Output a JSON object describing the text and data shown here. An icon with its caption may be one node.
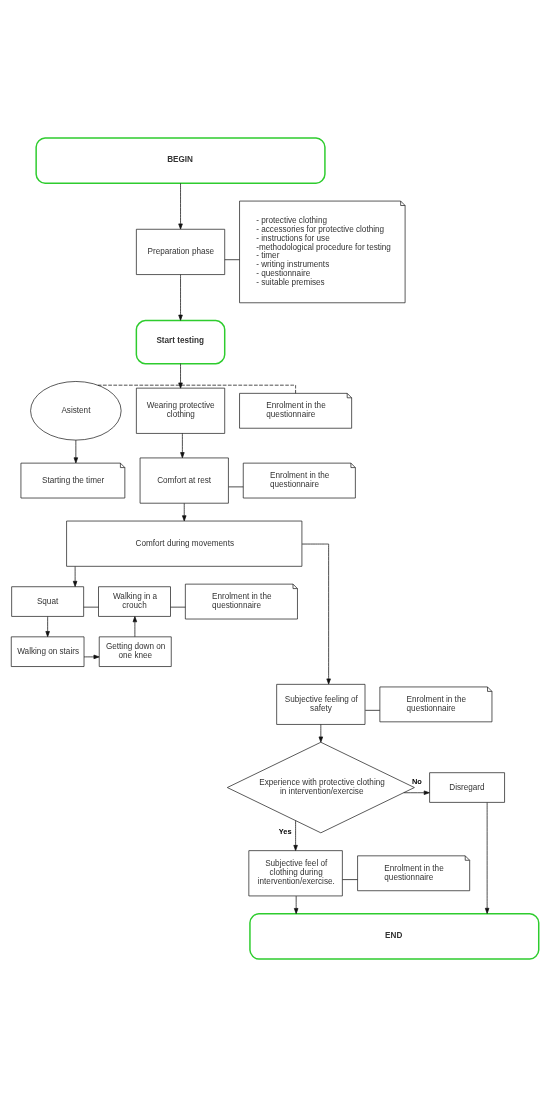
{
  "diagram": {
    "nodes": [
      {
        "text": [
          "BEGIN"
        ]
      },
      {
        "text": [
          "Preparation phase"
        ]
      },
      {
        "text": [
          "- protective clothing",
          "- accessories for protective clothing",
          "- instructions for use",
          "-methodological procedure for testing",
          "- timer",
          "- writing instruments",
          "- questionnaire",
          "- suitable premises"
        ]
      },
      {
        "text": [
          "Start testing"
        ]
      },
      {
        "text": [
          "Asistent"
        ]
      },
      {
        "text": [
          "Wearing protective clothing"
        ]
      },
      {
        "text": [
          "Enrolment in the questionnaire"
        ]
      },
      {
        "text": [
          "Starting the timer"
        ]
      },
      {
        "text": [
          "Comfort at rest"
        ]
      },
      {
        "text": [
          "Enrolment in the questionnaire"
        ]
      },
      {
        "text": [
          "Comfort during movements"
        ]
      },
      {
        "text": [
          "Squat"
        ]
      },
      {
        "text": [
          "Walking in a crouch"
        ]
      },
      {
        "text": [
          "Enrolment in the questionnaire"
        ]
      },
      {
        "text": [
          "Walking on stairs"
        ]
      },
      {
        "text": [
          "Getting down on one knee"
        ]
      },
      {
        "text": [
          "Subjective feeling of safety"
        ]
      },
      {
        "text": [
          "Enrolment in the questionnaire"
        ]
      },
      {
        "text": [
          "Experience with protective clothing in intervention/exercise"
        ]
      },
      {
        "text": [
          "Disregard"
        ]
      },
      {
        "text": [
          "Subjective feel of clothing during intervention/exercise."
        ]
      },
      {
        "text": [
          "Enrolment in the questionnaire"
        ]
      },
      {
        "text": [
          "END"
        ]
      }
    ],
    "edges": [
      {
        "from": 0,
        "to": 1,
        "arrow": "to"
      },
      {
        "from": 1,
        "to": 2,
        "arrow": "none"
      },
      {
        "from": 1,
        "to": 3,
        "arrow": "to"
      },
      {
        "from": 3,
        "to": 5,
        "arrow": "to"
      },
      {
        "from": 4,
        "to": 6,
        "arrow": "none",
        "style": "dashed"
      },
      {
        "from": 4,
        "to": 7,
        "arrow": "to"
      },
      {
        "from": 5,
        "to": 8,
        "arrow": "to"
      },
      {
        "from": 8,
        "to": 9,
        "arrow": "none"
      },
      {
        "from": 8,
        "to": 10,
        "arrow": "to"
      },
      {
        "from": 10,
        "to": 11,
        "arrow": "to"
      },
      {
        "from": 10,
        "to": 16,
        "arrow": "to"
      },
      {
        "from": 11,
        "to": 12,
        "arrow": "none"
      },
      {
        "from": 11,
        "to": 14,
        "arrow": "to"
      },
      {
        "from": 14,
        "to": 15,
        "arrow": "to"
      },
      {
        "from": 15,
        "to": 12,
        "arrow": "to"
      },
      {
        "from": 12,
        "to": 13,
        "arrow": "none"
      },
      {
        "from": 16,
        "to": 17,
        "arrow": "none"
      },
      {
        "from": 16,
        "to": 18,
        "arrow": "to"
      },
      {
        "from": 18,
        "to": 19,
        "arrow": "to",
        "label": "No"
      },
      {
        "from": 18,
        "to": 20,
        "arrow": "to",
        "label": "Yes"
      },
      {
        "from": 19,
        "to": 22,
        "arrow": "to"
      },
      {
        "from": 20,
        "to": 21,
        "arrow": "none"
      },
      {
        "from": 20,
        "to": 22,
        "arrow": "to"
      }
    ]
  }
}
